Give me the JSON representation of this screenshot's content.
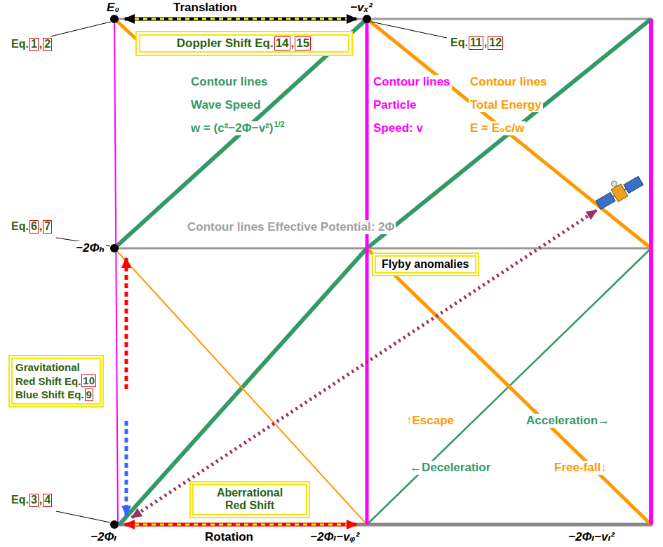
{
  "diagram": {
    "nodes": [
      {
        "text": [
          "Doppler Shift Eq.",
          ","
        ]
      },
      {
        "text": [
          "14"
        ],
        "in": 0
      },
      {
        "text": [
          "15"
        ],
        "in": 0
      },
      {
        "text": [
          "1"
        ]
      },
      {
        "text": [
          "2"
        ]
      },
      {
        "text": [
          "11"
        ]
      },
      {
        "text": [
          "12"
        ]
      },
      {
        "text": [
          "6"
        ]
      },
      {
        "text": [
          "7"
        ]
      },
      {
        "text": [
          "Flyby anomalies"
        ]
      },
      {
        "text": [
          "Gravitational",
          "Red Shift Eq.",
          "Blue Shift Eq."
        ]
      },
      {
        "text": [
          "10"
        ],
        "in": 10
      },
      {
        "text": [
          "9"
        ],
        "in": 10
      },
      {
        "text": [
          "3"
        ]
      },
      {
        "text": [
          "4"
        ]
      },
      {
        "text": [
          "Aberrational Red Shift"
        ]
      }
    ],
    "labels": [
      "E₀",
      "Translation",
      "−vₓ²",
      "Eq.",
      ",",
      "Eq.",
      ",",
      "Contour lines",
      "Wave Speed",
      "w = (c²−2Φ−v²)",
      "1/2",
      "Contour lines",
      "Particle",
      "Speed: v",
      "Contour lines",
      "Total Energy",
      "E = E₀c/w",
      "Eq.",
      ",",
      "Contour lines Effective Potential: 2Φ",
      "−2Φₕ",
      "↑Escape",
      "Acceleration→",
      "←Deceleratior",
      "Free-fall↓",
      "Eq.",
      ",",
      "−2Φₗ",
      "Rotation",
      "−2Φₗ−vᵩ²",
      "−2Φₗ−vₗ²"
    ]
  }
}
